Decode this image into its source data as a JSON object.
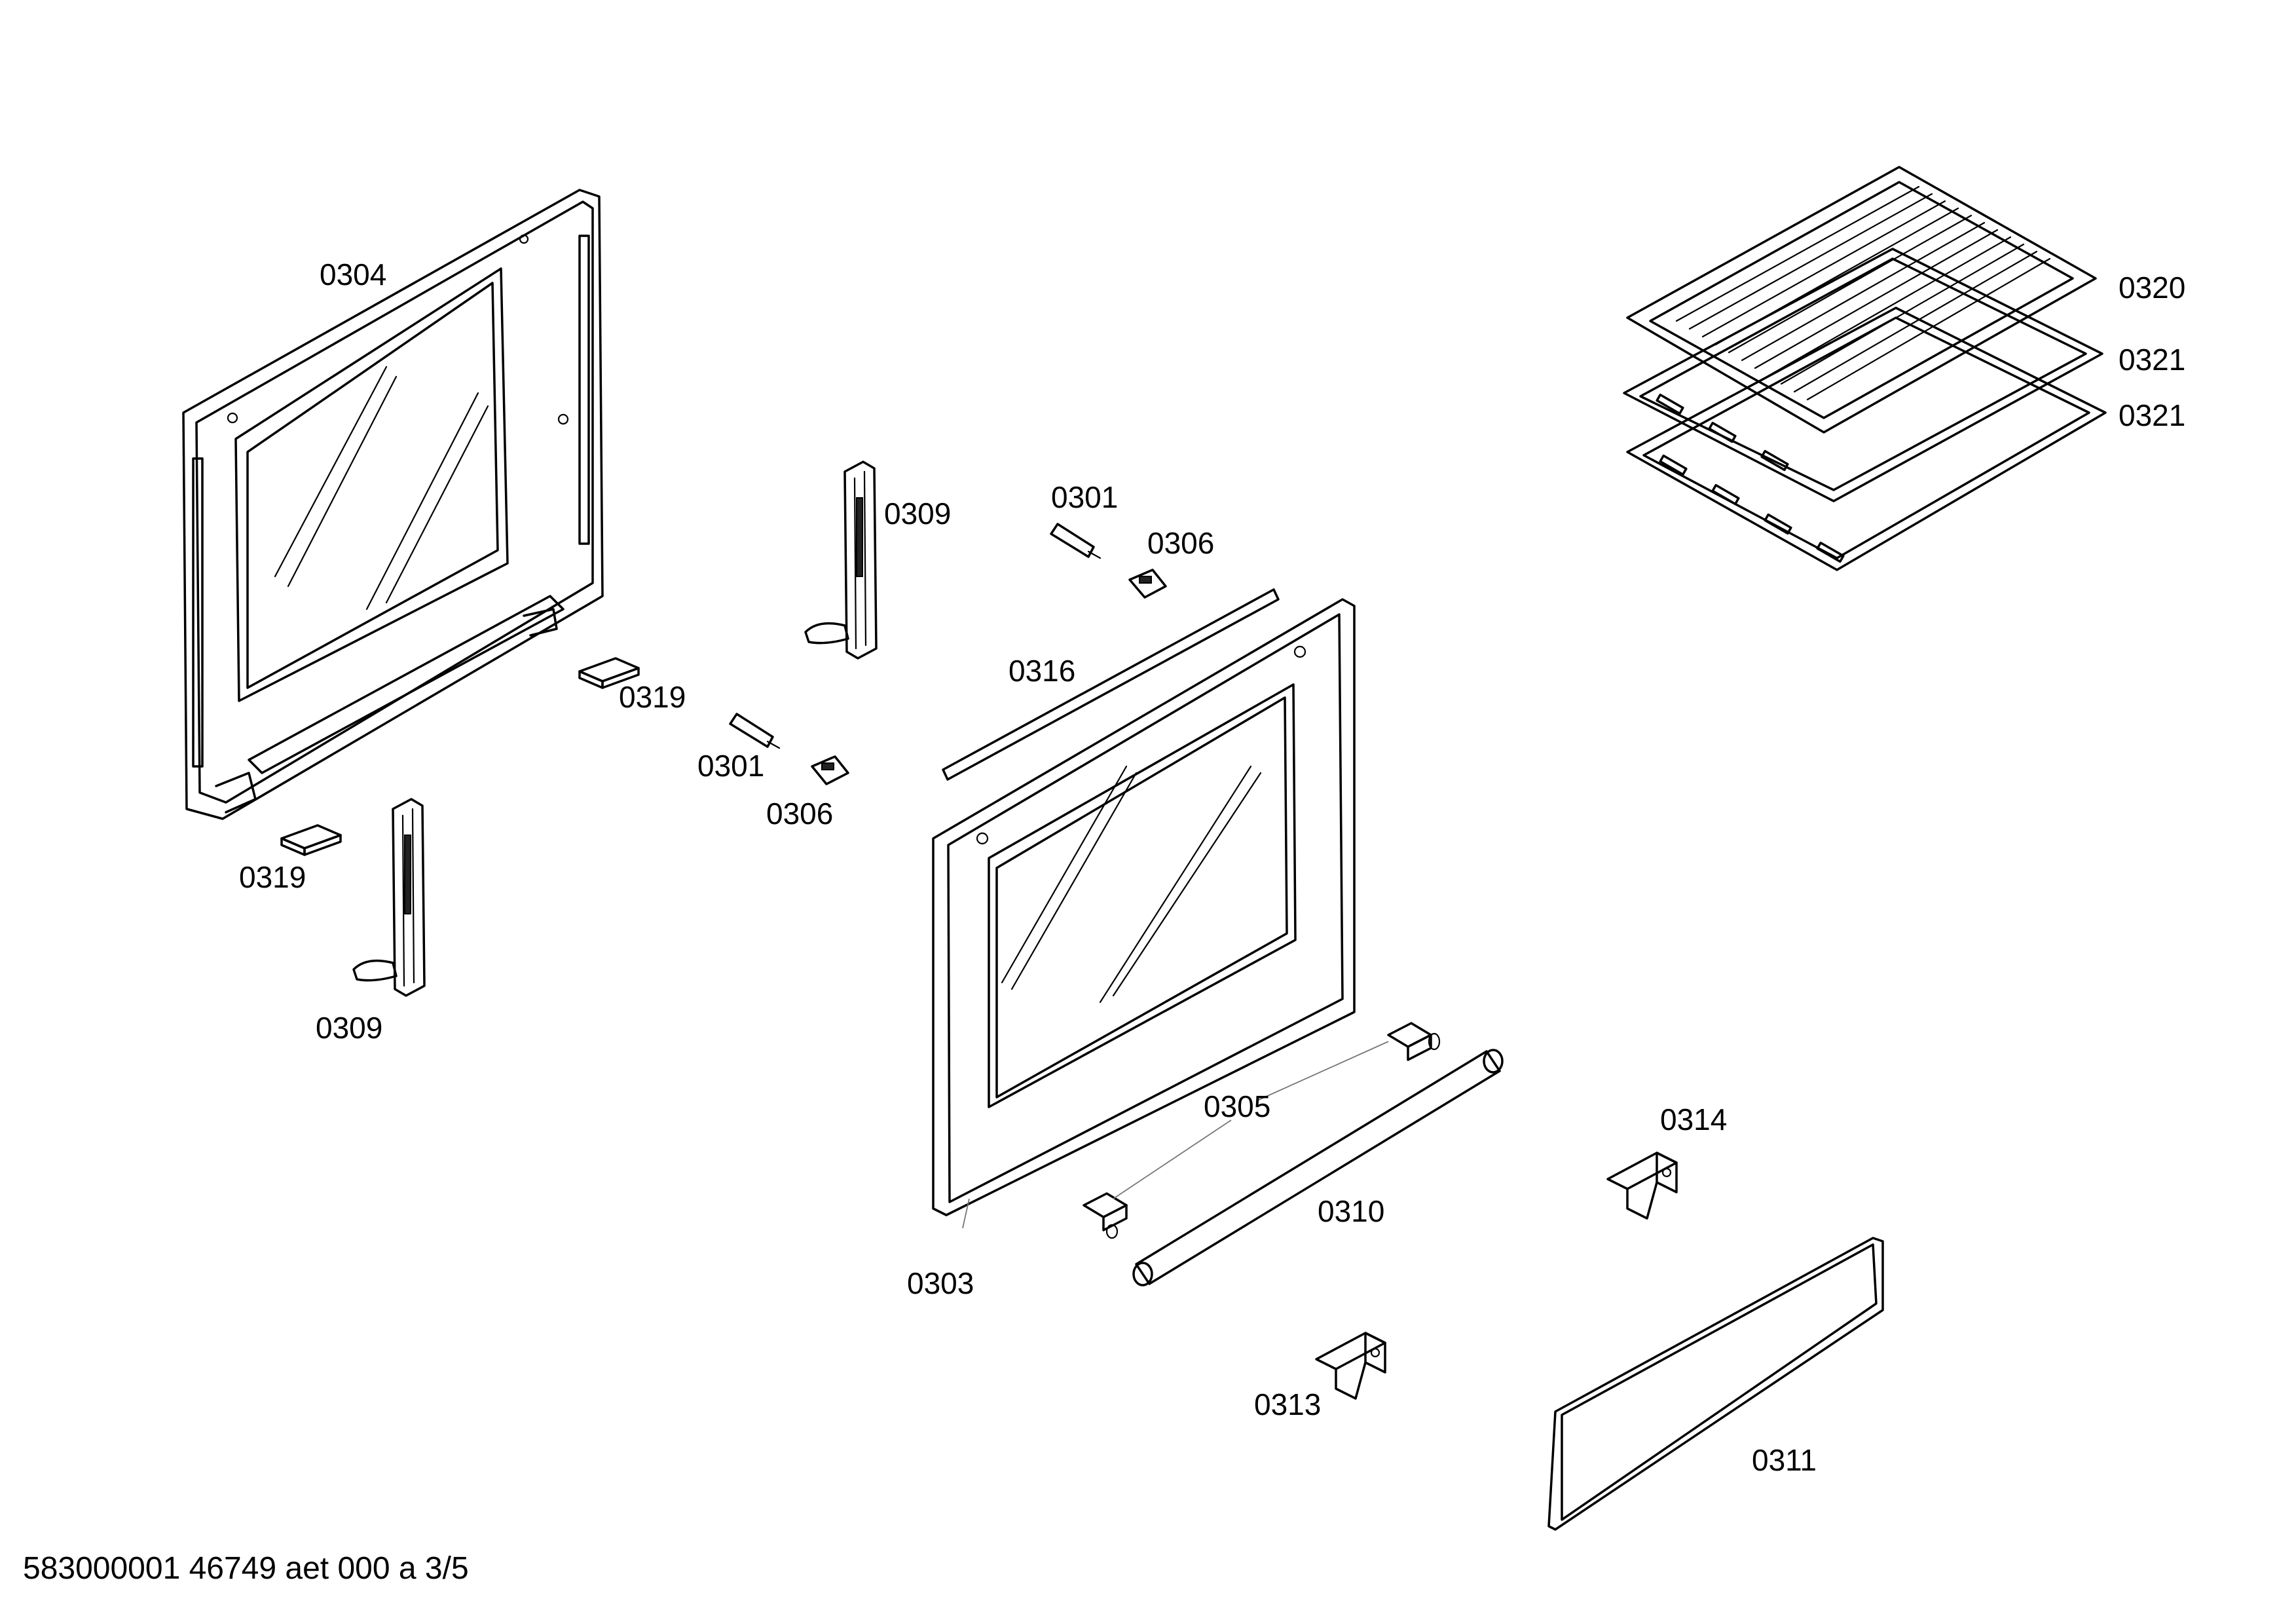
{
  "diagram": {
    "callouts": {
      "p0304": "0304",
      "p0309a": "0309",
      "p0319a": "0319",
      "p0319b": "0319",
      "p0309b": "0309",
      "p0301a": "0301",
      "p0306a": "0306",
      "p0316": "0316",
      "p0301b": "0301",
      "p0306b": "0306",
      "p0320": "0320",
      "p0321a": "0321",
      "p0321b": "0321",
      "p0305": "0305",
      "p0303": "0303",
      "p0310": "0310",
      "p0314": "0314",
      "p0313": "0313",
      "p0311": "0311"
    },
    "footer": "583000001 46749 aet 000 a 3/5"
  }
}
